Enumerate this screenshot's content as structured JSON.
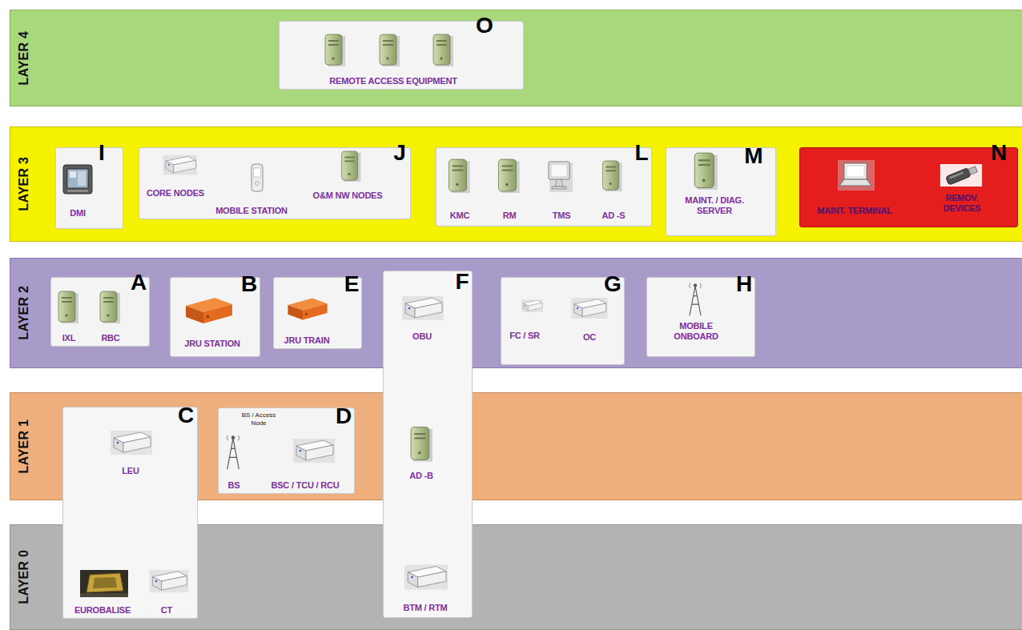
{
  "diagram": {
    "nodes": [
      {
        "text": [
          "LAYER 4"
        ]
      },
      {
        "text": [
          "O",
          "REMOTE ACCESS EQUIPMENT"
        ],
        "in": 0
      },
      {
        "text": [
          "LAYER 3"
        ]
      },
      {
        "text": [
          "I",
          "DMI"
        ],
        "in": 2
      },
      {
        "text": [
          "J",
          "CORE NODES",
          "MOBILE STATION",
          "O&M NW NODES"
        ],
        "in": 2
      },
      {
        "text": [
          "L",
          "KMC",
          "RM",
          "TMS",
          "AD -S"
        ],
        "in": 2
      },
      {
        "text": [
          "M",
          "MAINT. / DIAG. SERVER"
        ],
        "in": 2
      },
      {
        "text": [
          "N",
          "MAINT. TERMINAL",
          "REMOV. DEVICES"
        ],
        "in": 2
      },
      {
        "text": [
          "LAYER 2"
        ]
      },
      {
        "text": [
          "A",
          "IXL",
          "RBC"
        ],
        "in": 8
      },
      {
        "text": [
          "B",
          "JRU STATION"
        ],
        "in": 8
      },
      {
        "text": [
          "E",
          "JRU TRAIN"
        ],
        "in": 8
      },
      {
        "text": [
          "F",
          "OBU",
          "AD -B",
          "BTM / RTM"
        ]
      },
      {
        "text": [
          "G",
          "FC / SR",
          "OC"
        ],
        "in": 8
      },
      {
        "text": [
          "H",
          "MOBILE ONBOARD"
        ],
        "in": 8
      },
      {
        "text": [
          "LAYER 1"
        ]
      },
      {
        "text": [
          "C",
          "LEU",
          "EUROBALISE",
          "CT"
        ]
      },
      {
        "text": [
          "D",
          "BS / Access Node",
          "BS",
          "BSC / TCU / RCU"
        ],
        "in": 15
      },
      {
        "text": [
          "LAYER 0"
        ]
      }
    ]
  }
}
